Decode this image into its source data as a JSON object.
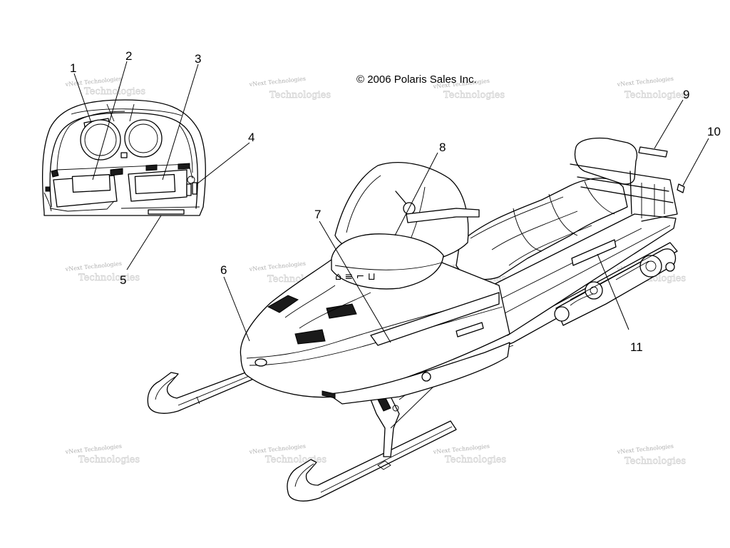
{
  "copyright": "© 2006 Polaris Sales Inc.",
  "watermark": {
    "small": "vNext Technologies",
    "large": "Technologies"
  },
  "callouts": [
    "1",
    "2",
    "3",
    "4",
    "5",
    "6",
    "7",
    "8",
    "9",
    "10",
    "11"
  ]
}
